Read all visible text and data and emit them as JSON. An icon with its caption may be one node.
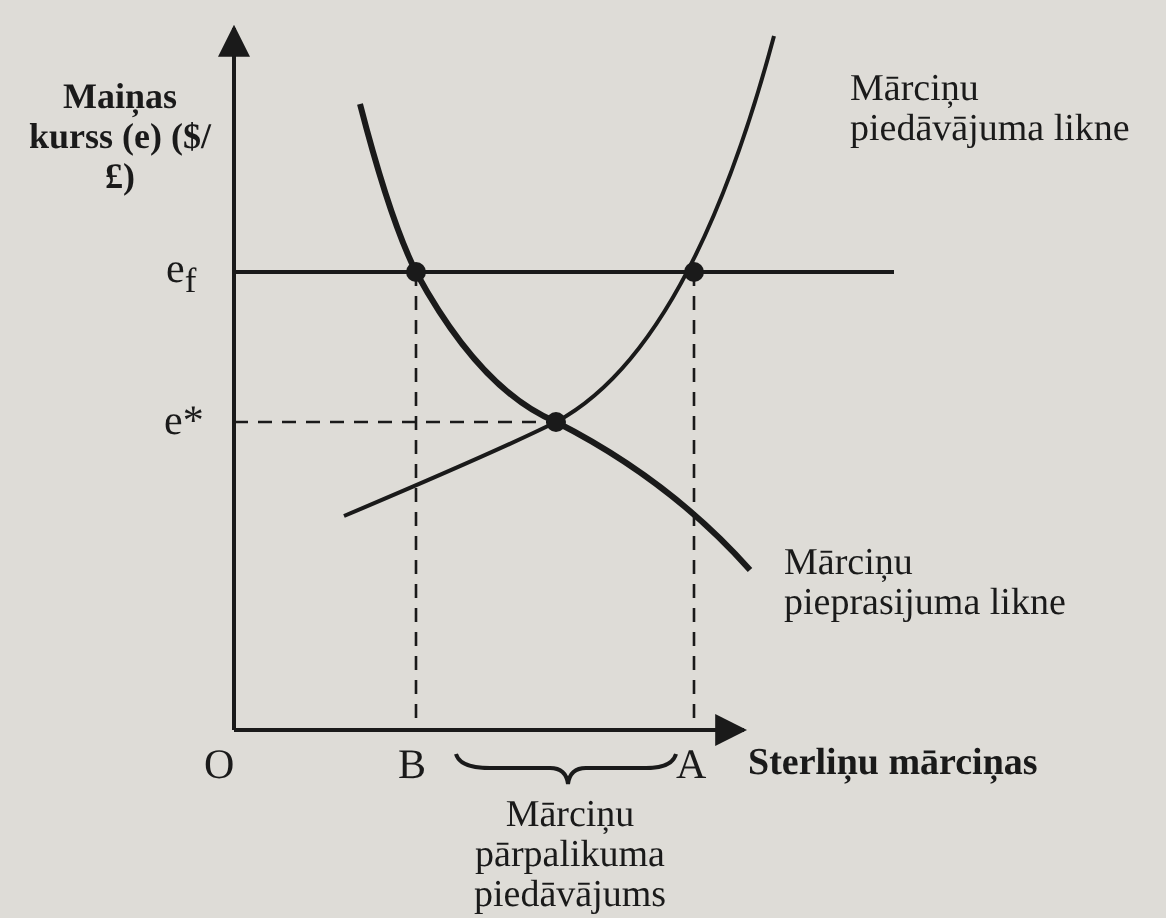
{
  "diagram": {
    "labels": [
      "Maiņas kurss (e) ($/£)",
      "Mārciņu piedāvājuma likne",
      "e$_{f}$",
      "e*",
      "Mārciņu pieprasijuma likne",
      "O",
      "B",
      "A",
      "Sterliņu mārciņas",
      "Mārciņu pārpalikuma piedāvājums"
    ]
  }
}
